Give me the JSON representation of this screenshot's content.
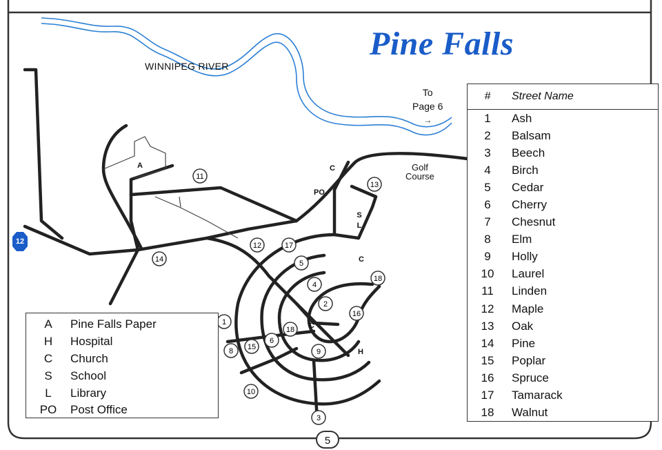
{
  "map": {
    "title": "Pine Falls",
    "river_label": "WINNIPEG RIVER",
    "to_page": {
      "line1": "To",
      "line2": "Page 6",
      "arrow": "→"
    },
    "golf_course": {
      "line1": "Golf",
      "line2": "Course"
    },
    "highway_shield": "12",
    "page_number": "5",
    "colors": {
      "title": "#1a5cc8",
      "river": "#2a7fd4",
      "roads": "#222222",
      "shield": "#1a5cc8"
    }
  },
  "area_markers": [
    {
      "code": "A"
    },
    {
      "code": "C"
    },
    {
      "code": "PO"
    },
    {
      "code": "S"
    },
    {
      "code": "L"
    },
    {
      "code": "C"
    },
    {
      "code": "C"
    },
    {
      "code": "H"
    }
  ],
  "street_markers": [
    "11",
    "13",
    "12",
    "17",
    "5",
    "4",
    "18",
    "2",
    "16",
    "14",
    "1",
    "18",
    "15",
    "6",
    "9",
    "8",
    "10",
    "3"
  ],
  "street_table": {
    "header_number": "#",
    "header_name": "Street Name",
    "rows": [
      {
        "n": "1",
        "name": "Ash"
      },
      {
        "n": "2",
        "name": "Balsam"
      },
      {
        "n": "3",
        "name": "Beech"
      },
      {
        "n": "4",
        "name": "Birch"
      },
      {
        "n": "5",
        "name": "Cedar"
      },
      {
        "n": "6",
        "name": "Cherry"
      },
      {
        "n": "7",
        "name": "Chesnut"
      },
      {
        "n": "8",
        "name": "Elm"
      },
      {
        "n": "9",
        "name": "Holly"
      },
      {
        "n": "10",
        "name": "Laurel"
      },
      {
        "n": "11",
        "name": "Linden"
      },
      {
        "n": "12",
        "name": "Maple"
      },
      {
        "n": "13",
        "name": "Oak"
      },
      {
        "n": "14",
        "name": "Pine"
      },
      {
        "n": "15",
        "name": "Poplar"
      },
      {
        "n": "16",
        "name": "Spruce"
      },
      {
        "n": "17",
        "name": "Tamarack"
      },
      {
        "n": "18",
        "name": "Walnut"
      }
    ]
  },
  "legend": [
    {
      "code": "A",
      "name": "Pine Falls Paper"
    },
    {
      "code": "H",
      "name": "Hospital"
    },
    {
      "code": "C",
      "name": "Church"
    },
    {
      "code": "S",
      "name": "School"
    },
    {
      "code": "L",
      "name": "Library"
    },
    {
      "code": "PO",
      "name": "Post Office"
    }
  ]
}
